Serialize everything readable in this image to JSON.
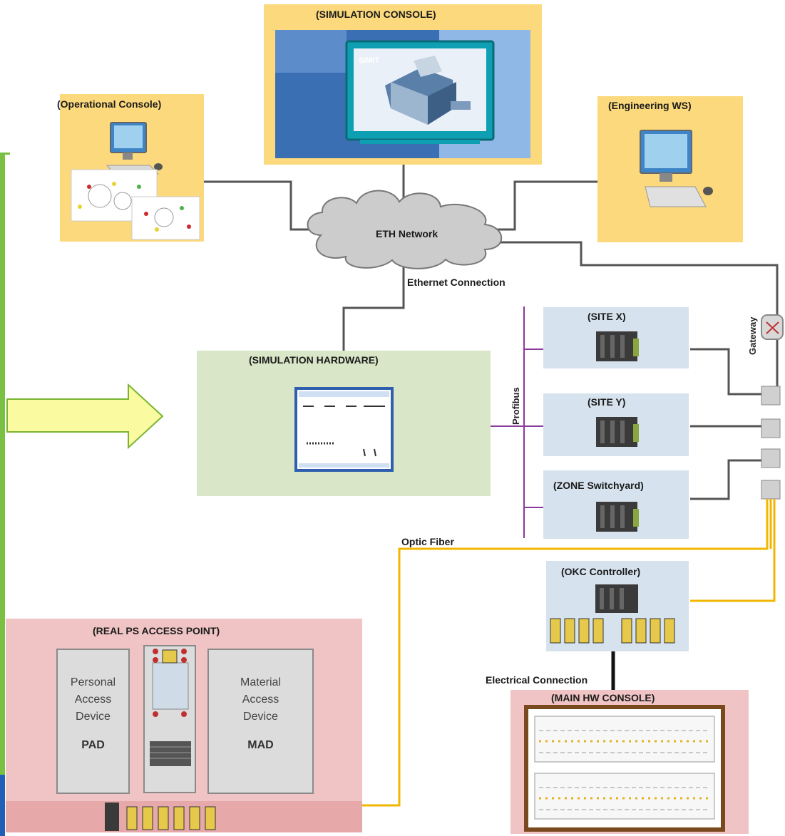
{
  "nodes": {
    "simulation_console": "(SIMULATION CONSOLE)",
    "simit_label": "SIMIT",
    "operational_console": "(Operational Console)",
    "engineering_ws": "(Engineering WS)",
    "eth_network": "ETH Network",
    "simulation_hardware": "(SIMULATION HARDWARE)",
    "site_x": "(SITE X)",
    "site_y": "(SITE Y)",
    "zone_switchyard": "(ZONE Switchyard)",
    "okc_controller": "(OKC Controller)",
    "real_ps_access_point": "(REAL PS ACCESS POINT)",
    "main_hw_console": "(MAIN HW CONSOLE)"
  },
  "connections": {
    "ethernet": "Ethernet Connection",
    "profibus": "Profibus",
    "gateway": "Gateway",
    "optic_fiber": "Optic Fiber",
    "electrical": "Electrical Connection"
  },
  "access_devices": {
    "pad_line1": "Personal",
    "pad_line2": "Access",
    "pad_line3": "Device",
    "pad_abbr": "PAD",
    "mad_line1": "Material",
    "mad_line2": "Access",
    "mad_line3": "Device",
    "mad_abbr": "MAD"
  },
  "colors": {
    "console_box": "#fbd97c",
    "hardware_box": "#d9e6c8",
    "site_box": "#d6e3ee",
    "access_box": "#f0c4c4",
    "network_line": "#555555",
    "fiber_line": "#f2b600",
    "profibus_line": "#8a3a9a",
    "arrow_fill": "#fafaa0",
    "arrow_stroke": "#7ab530",
    "side_frame": "#7ac143"
  }
}
